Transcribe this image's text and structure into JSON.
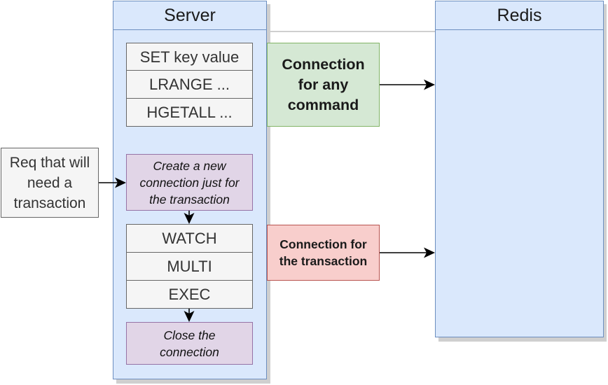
{
  "server": {
    "title": "Server",
    "commands": [
      "SET key value",
      "LRANGE ...",
      "HGETALL ..."
    ],
    "create_connection": "Create a new\nconnection just for\nthe transaction",
    "transaction_steps": [
      "WATCH",
      "MULTI",
      "EXEC"
    ],
    "close_connection": "Close the\nconnection"
  },
  "redis": {
    "title": "Redis"
  },
  "connections": {
    "any_command": "Connection\nfor any\ncommand",
    "transaction": "Connection for\nthe transaction"
  },
  "request": {
    "label": "Req that will\nneed a\ntransaction"
  },
  "colors": {
    "swimlane_fill": "#dae8fc",
    "swimlane_stroke": "#6c8ebf",
    "gray_fill": "#f5f5f5",
    "gray_stroke": "#666666",
    "purple_fill": "#e1d5e7",
    "purple_stroke": "#9673a6",
    "green_fill": "#d5e8d4",
    "green_stroke": "#82b366",
    "red_fill": "#f8cecc",
    "red_stroke": "#b85450"
  }
}
